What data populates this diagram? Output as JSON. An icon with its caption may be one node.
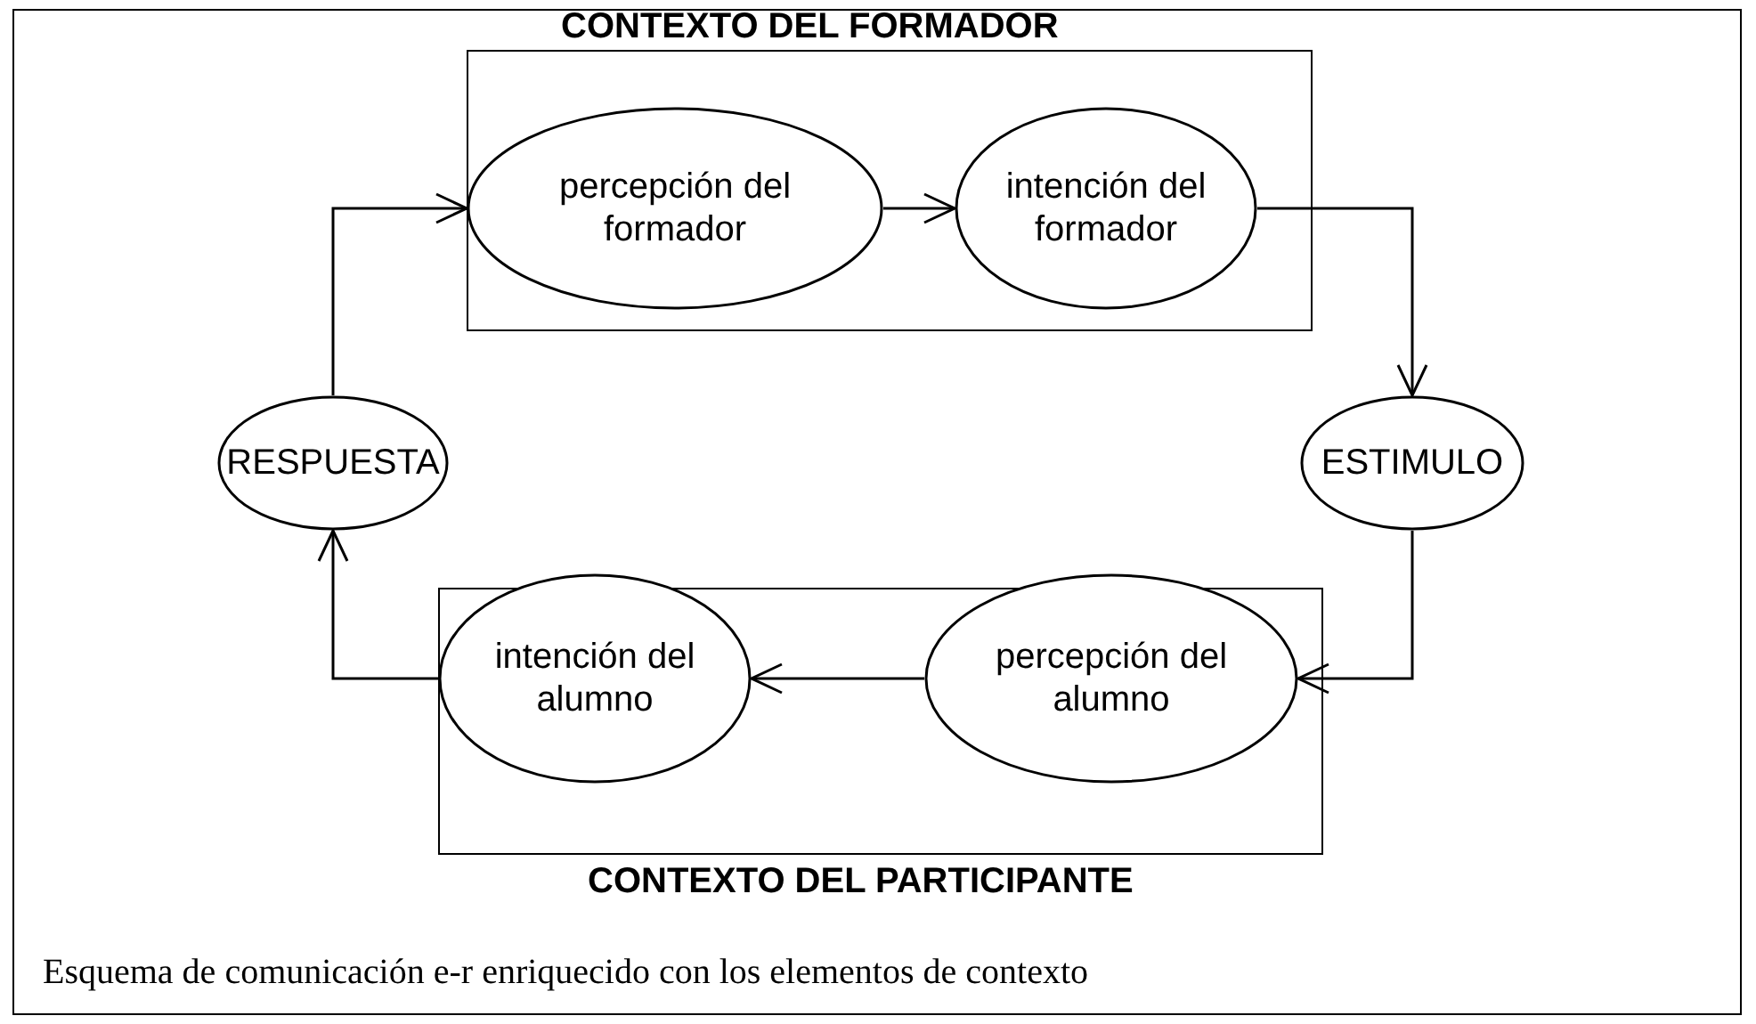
{
  "diagram": {
    "caption": "Esquema de comunicación e-r enriquecido con los elementos de contexto",
    "nodes": [
      {
        "text": [
          "CONTEXTO DEL FORMADOR"
        ]
      },
      {
        "text": [
          "percepción del formador"
        ],
        "in": 0
      },
      {
        "text": [
          "intención del formador"
        ],
        "in": 0
      },
      {
        "text": [
          "ESTIMULO"
        ]
      },
      {
        "text": [
          "CONTEXTO DEL PARTICIPANTE"
        ]
      },
      {
        "text": [
          "percepción del alumno"
        ],
        "in": 4
      },
      {
        "text": [
          "intención del alumno"
        ],
        "in": 4
      },
      {
        "text": [
          "RESPUESTA"
        ]
      }
    ],
    "edges": [
      {
        "from": 1,
        "to": 2,
        "arrow": "to"
      },
      {
        "from": 2,
        "to": 3,
        "arrow": "to"
      },
      {
        "from": 3,
        "to": 5,
        "arrow": "to"
      },
      {
        "from": 5,
        "to": 6,
        "arrow": "to"
      },
      {
        "from": 6,
        "to": 7,
        "arrow": "to"
      },
      {
        "from": 7,
        "to": 1,
        "arrow": "to"
      }
    ]
  }
}
